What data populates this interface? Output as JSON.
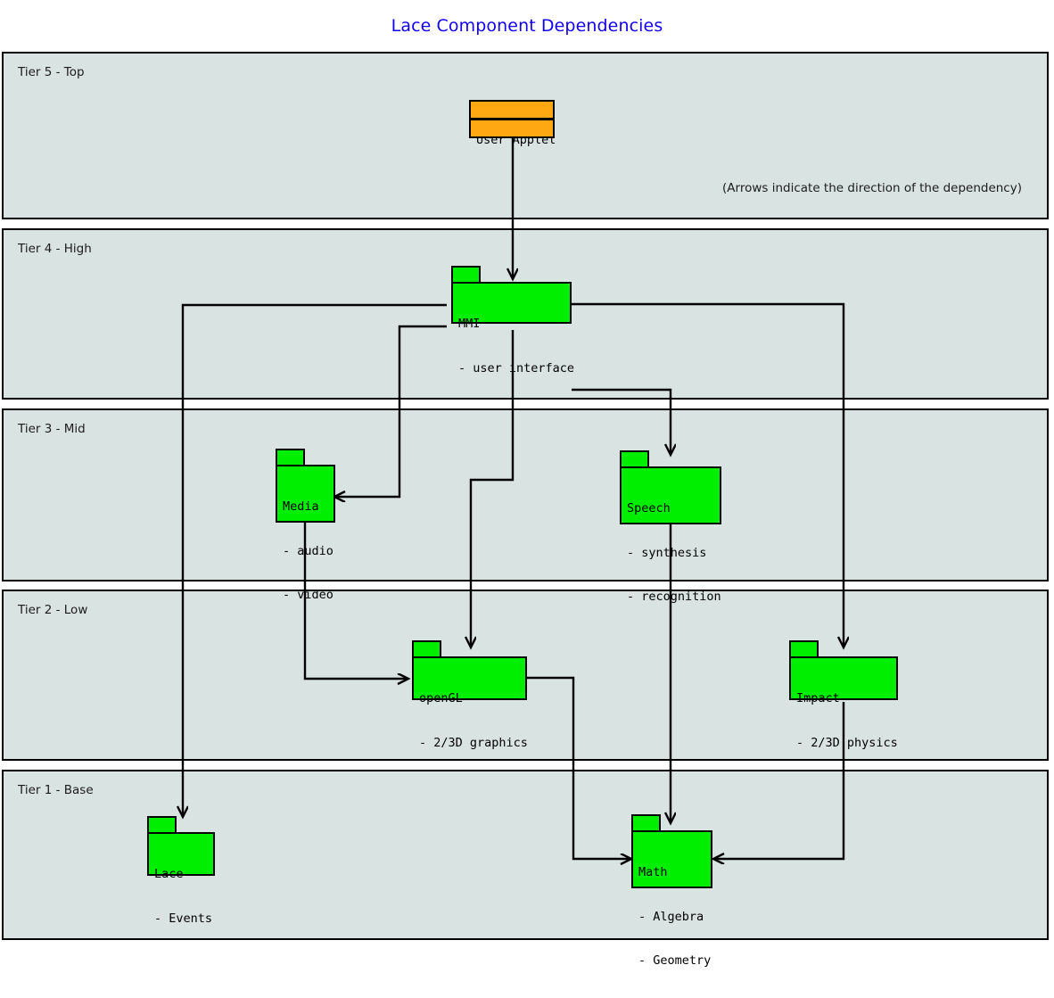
{
  "diagram": {
    "title": "Lace Component Dependencies",
    "title_color": "#1100ee",
    "note": "(Arrows indicate the direction of the dependency)",
    "band_color": "#d9e3e2",
    "node_color": "#00ee00",
    "highlight_color": "#ffa812",
    "stroke_color": "#000000"
  },
  "tiers": [
    {
      "id": "tier5",
      "label": "Tier 5 - Top"
    },
    {
      "id": "tier4",
      "label": "Tier 4 - High"
    },
    {
      "id": "tier3",
      "label": "Tier 3 - Mid"
    },
    {
      "id": "tier2",
      "label": "Tier 2 - Low"
    },
    {
      "id": "tier1",
      "label": "Tier 1 - Base"
    }
  ],
  "nodes": [
    {
      "id": "user-applet",
      "name": "User Applet",
      "lines": [
        "User Applet"
      ],
      "tier": "Tier 5 - Top",
      "color": "#ffa812"
    },
    {
      "id": "mmi",
      "name": "MMI",
      "lines": [
        "MMI",
        "- user interface"
      ],
      "tier": "Tier 4 - High",
      "color": "#00ee00"
    },
    {
      "id": "media",
      "name": "Media",
      "lines": [
        "Media",
        "- audio",
        "- video"
      ],
      "tier": "Tier 3 - Mid",
      "color": "#00ee00"
    },
    {
      "id": "speech",
      "name": "Speech",
      "lines": [
        "Speech",
        "- synthesis",
        "- recognition"
      ],
      "tier": "Tier 3 - Mid",
      "color": "#00ee00"
    },
    {
      "id": "opengl",
      "name": "openGL",
      "lines": [
        "openGL",
        "- 2/3D graphics"
      ],
      "tier": "Tier 2 - Low",
      "color": "#00ee00"
    },
    {
      "id": "impact",
      "name": "Impact",
      "lines": [
        "Impact",
        "- 2/3D physics"
      ],
      "tier": "Tier 2 - Low",
      "color": "#00ee00"
    },
    {
      "id": "lace",
      "name": "Lace",
      "lines": [
        "Lace",
        "- Events"
      ],
      "tier": "Tier 1 - Base",
      "color": "#00ee00"
    },
    {
      "id": "math",
      "name": "Math",
      "lines": [
        "Math",
        "- Algebra",
        "- Geometry"
      ],
      "tier": "Tier 1 - Base",
      "color": "#00ee00"
    }
  ],
  "edges": [
    {
      "from": "user-applet",
      "to": "mmi"
    },
    {
      "from": "mmi",
      "to": "lace"
    },
    {
      "from": "mmi",
      "to": "media"
    },
    {
      "from": "mmi",
      "to": "opengl"
    },
    {
      "from": "mmi",
      "to": "speech"
    },
    {
      "from": "mmi",
      "to": "impact"
    },
    {
      "from": "media",
      "to": "opengl"
    },
    {
      "from": "speech",
      "to": "math"
    },
    {
      "from": "opengl",
      "to": "math"
    },
    {
      "from": "impact",
      "to": "math"
    }
  ]
}
